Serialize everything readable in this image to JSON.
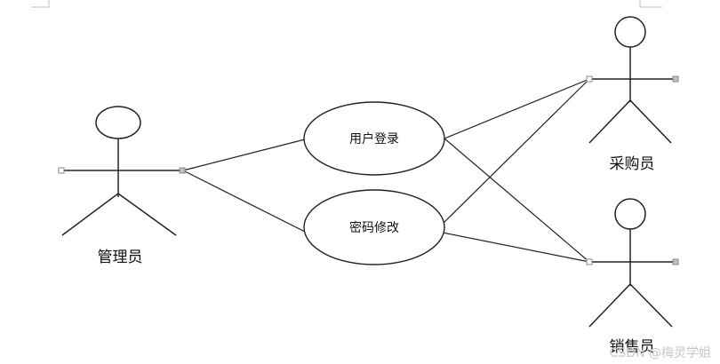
{
  "actors": {
    "admin": {
      "label": "管理员"
    },
    "purchaser": {
      "label": "采购员"
    },
    "sales": {
      "label": "销售员"
    }
  },
  "use_cases": {
    "login": {
      "label": "用户登录"
    },
    "password": {
      "label": "密码修改"
    }
  },
  "watermark": "CSDN @梅灵学姐"
}
